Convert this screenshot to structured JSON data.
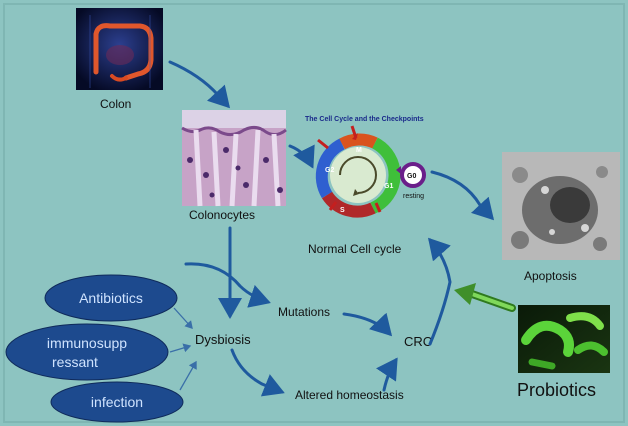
{
  "colors": {
    "background": "#8dc4c1",
    "arrow": "#1f5a9e",
    "oval_fill": "#1d4a8e",
    "oval_text": "#cfe3ff",
    "green_arrow": "#3f8f2a"
  },
  "labels": {
    "colon": "Colon",
    "colonocytes": "Colonocytes",
    "cell_cycle_title": "The Cell Cycle and the Checkpoints",
    "normal_cycle": "Normal Cell cycle",
    "apoptosis": "Apoptosis",
    "mutations": "Mutations",
    "dysbiosis": "Dysbiosis",
    "crc": "CRC",
    "altered": "Altered homeostasis",
    "probiotics": "Probiotics"
  },
  "cycle": {
    "m": "M",
    "g2": "G2",
    "g1": "G1",
    "s": "S",
    "g0": "G0",
    "resting": "resting"
  },
  "ovals": {
    "antibiotics": "Antibiotics",
    "immuno_line1": "immunosupp",
    "immuno_line2": "ressant",
    "infection": "infection"
  },
  "icons": [
    "colon-image",
    "colonocytes-micrograph",
    "apoptosis-micrograph",
    "probiotics-image"
  ]
}
